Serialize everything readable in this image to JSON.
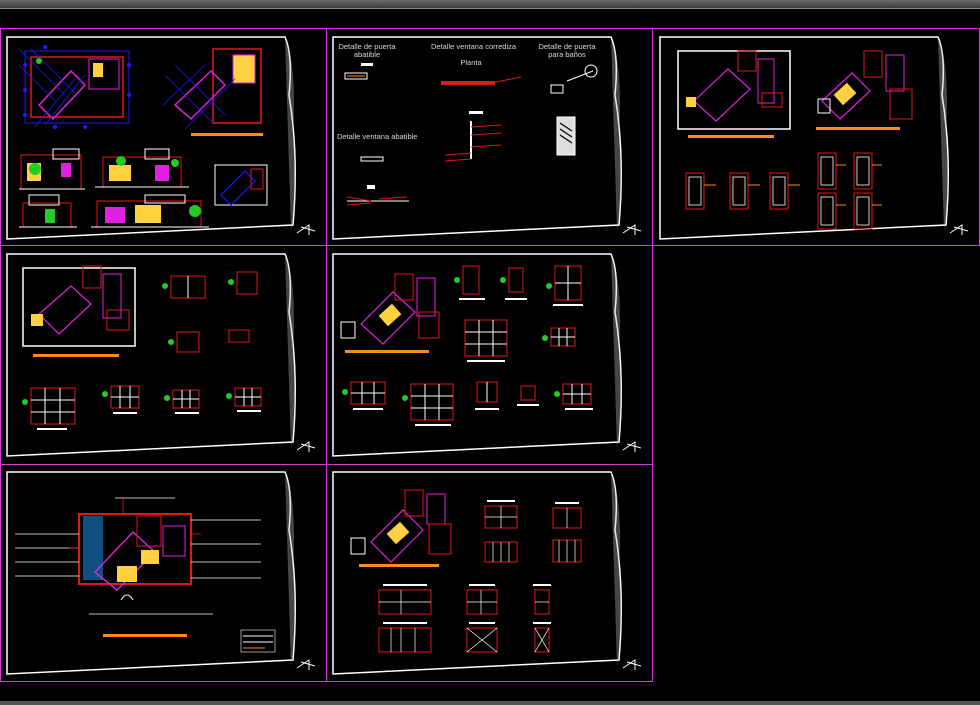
{
  "sheet2": {
    "label_door_swing": "Detalle de puerta\nabatible",
    "label_window_sliding": "Detalle ventana corrediza",
    "label_plan": "Planta",
    "label_door_bath": "Detalle de puerta\npara baños",
    "label_window_swing": "Detalle ventana abatible"
  },
  "colors": {
    "sheet_border": "#ffffff",
    "grid_border": "#d838d8",
    "wall_red": "#e01818",
    "wall_magenta": "#e020e0",
    "title_bar": "#ff8c1a",
    "vegetation": "#22cc22",
    "dimension_blue": "#1a1aff",
    "fill_yellow": "#ffd040"
  },
  "icons": [
    "curled-paper-icon",
    "north-arrow-icon"
  ]
}
